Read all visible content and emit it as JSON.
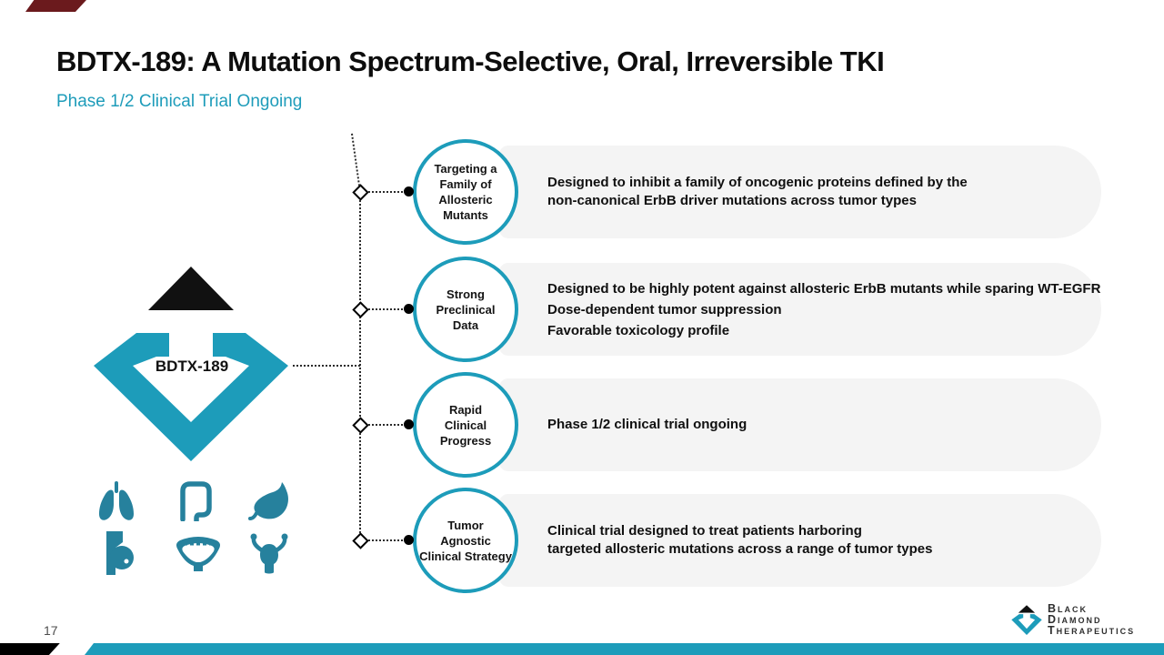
{
  "slide": {
    "title": "BDTX-189: A Mutation Spectrum-Selective, Oral, Irreversible TKI",
    "subtitle": "Phase 1/2 Clinical Trial Ongoing",
    "page_number": "17"
  },
  "diamond": {
    "label": "BDTX-189"
  },
  "rows": [
    {
      "circle_lines": [
        "Targeting a",
        "Family of",
        "Allosteric",
        "Mutants"
      ],
      "pill_lines": [
        "Designed to inhibit a family of oncogenic proteins defined by the",
        "non-canonical ErbB driver mutations across tumor types"
      ]
    },
    {
      "circle_lines": [
        "Strong",
        "Preclinical",
        "Data"
      ],
      "pill_lines": [
        "Designed to be highly potent against allosteric ErbB mutants while sparing WT-EGFR",
        "Dose-dependent tumor suppression",
        "Favorable toxicology profile"
      ]
    },
    {
      "circle_lines": [
        "Rapid",
        "Clinical",
        "Progress"
      ],
      "pill_lines": [
        "Phase 1/2 clinical trial ongoing"
      ]
    },
    {
      "circle_lines": [
        "Tumor",
        "Agnostic",
        "Clinical Strategy"
      ],
      "pill_lines": [
        "Clinical trial designed to treat patients harboring",
        "targeted allosteric mutations across a range of tumor types"
      ]
    }
  ],
  "icons": {
    "organs": [
      "lungs",
      "colon",
      "stomach",
      "breast",
      "bladder",
      "uterus"
    ]
  },
  "logo": {
    "lines": [
      "Black",
      "Diamond",
      "Therapeutics"
    ]
  },
  "colors": {
    "accent_teal": "#1d9cba",
    "organ_teal": "#26819d",
    "pill_bg": "#f4f4f4",
    "maroon_accent": "#6b1a1d",
    "text_black": "#0d0d0d"
  }
}
